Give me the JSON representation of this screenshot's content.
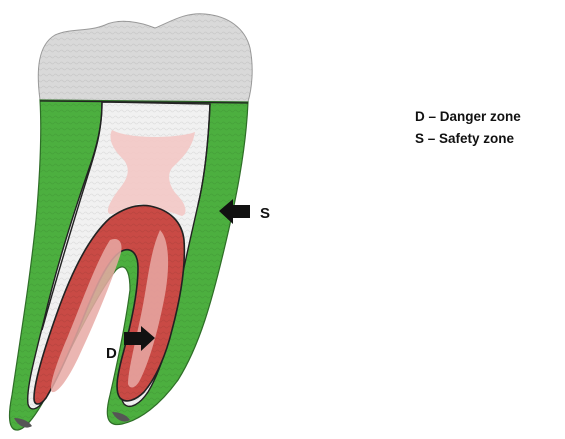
{
  "labels": {
    "safety_marker": "S",
    "danger_marker": "D"
  },
  "legend": {
    "items": [
      {
        "text": "D – Danger zone"
      },
      {
        "text": "S – Safety zone"
      }
    ]
  },
  "colors": {
    "crown": "#d9d9d9",
    "safety_zone": "#4caf3f",
    "danger_zone": "#c94a45",
    "pulp_chamber": "#f3c8c5",
    "dentin": "#f1f1f1",
    "arrow": "#111111"
  }
}
